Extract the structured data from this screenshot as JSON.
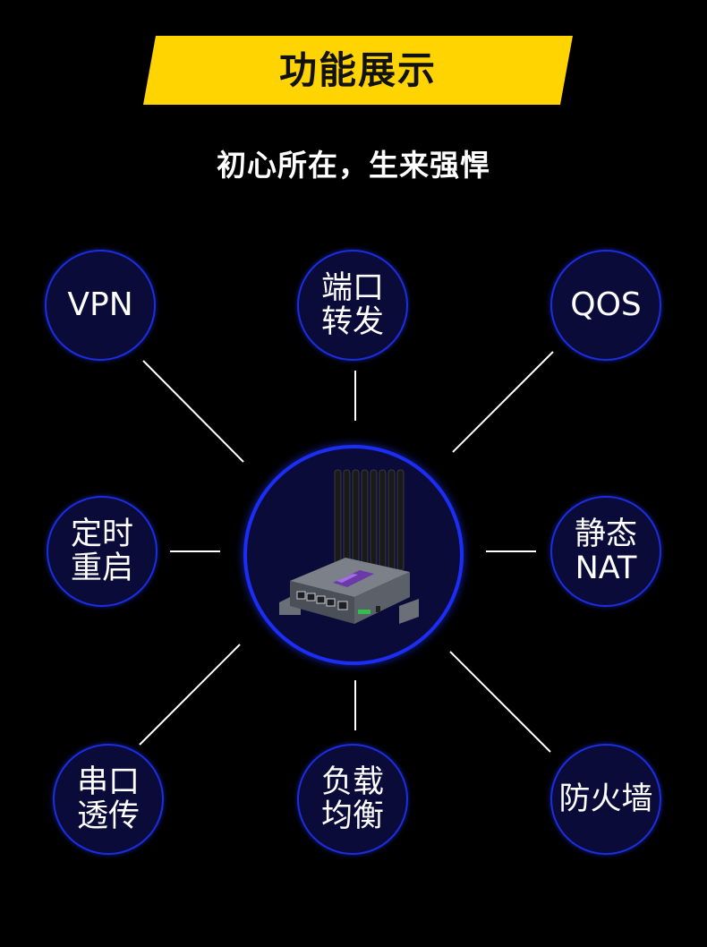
{
  "header": {
    "title": "功能展示",
    "accent_color": "#ffd400"
  },
  "subtitle": "初心所在，生来强悍",
  "features": [
    {
      "id": "vpn",
      "label": "VPN"
    },
    {
      "id": "port-forwarding",
      "label": "端口\n转发"
    },
    {
      "id": "qos",
      "label": "QOS"
    },
    {
      "id": "scheduled-reboot",
      "label": "定时\n重启"
    },
    {
      "id": "static-nat",
      "label": "静态\nNAT"
    },
    {
      "id": "serial-transparent",
      "label": "串口\n透传"
    },
    {
      "id": "load-balancing",
      "label": "负载\n均衡"
    },
    {
      "id": "firewall",
      "label": "防火墙"
    }
  ],
  "center": {
    "icon": "router-icon"
  },
  "colors": {
    "background": "#000000",
    "circle_fill": "#0b0b3a",
    "circle_border": "#1c2de0",
    "connector": "#ffffff"
  }
}
